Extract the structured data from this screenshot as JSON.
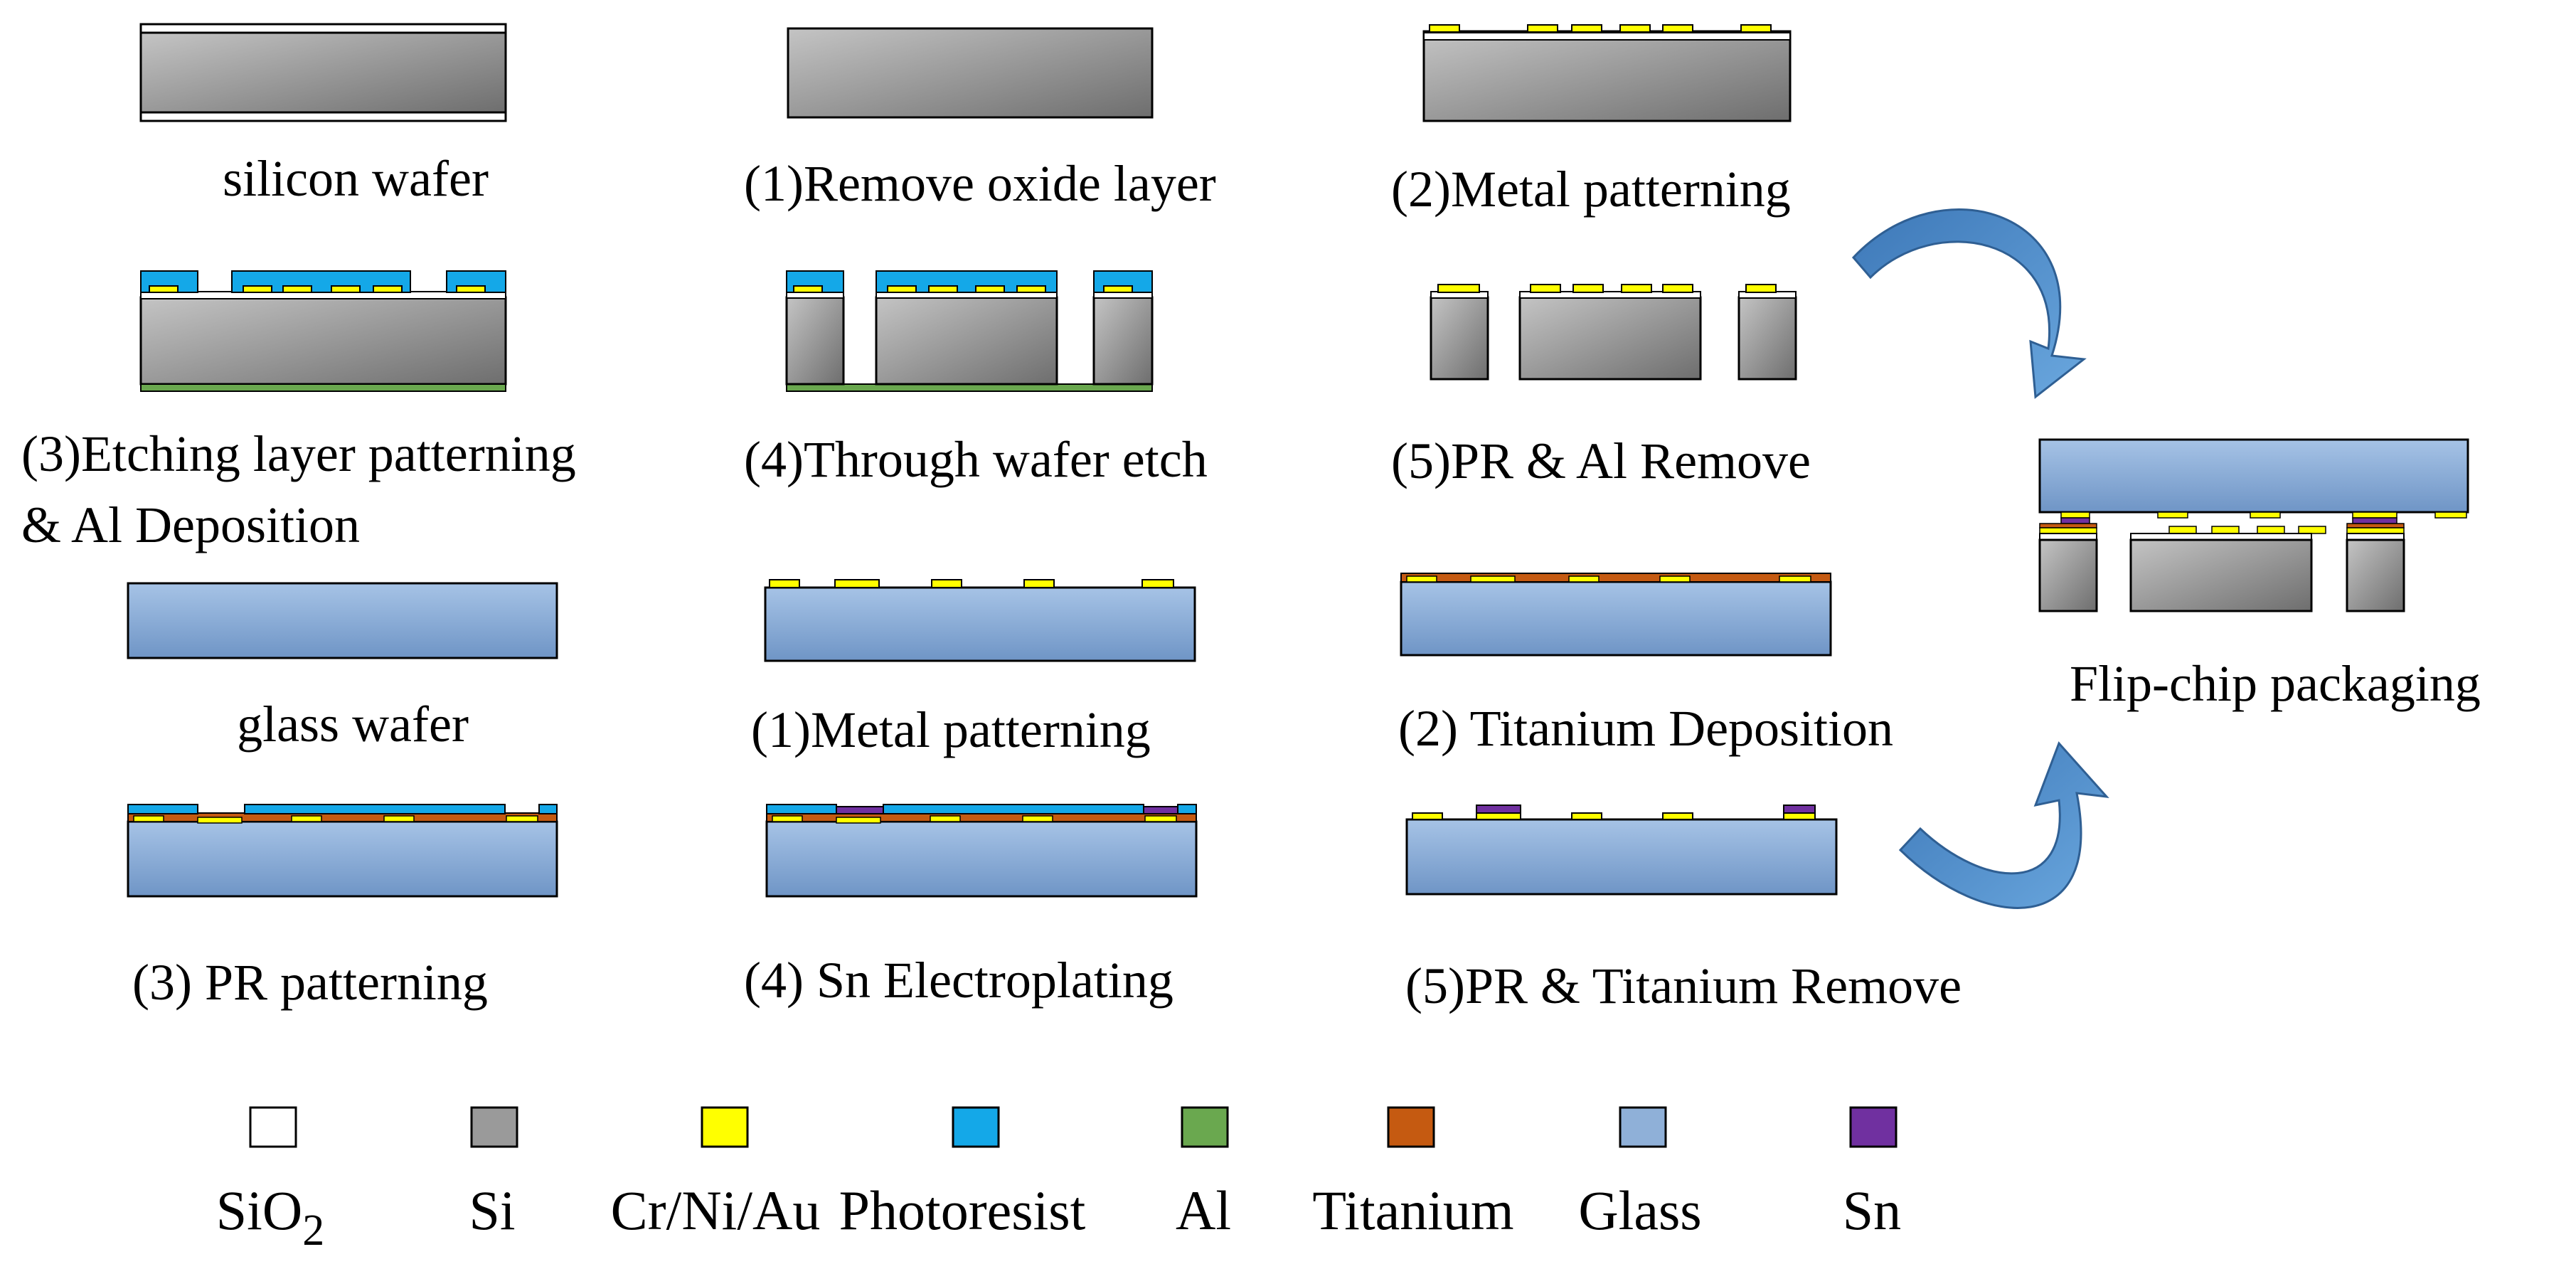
{
  "silicon_process": {
    "start": "silicon wafer",
    "step1": "(1)Remove oxide layer",
    "step2": "(2)Metal  patterning",
    "step3_line1": "(3)Etching layer patterning",
    "step3_line2": "& Al Deposition",
    "step4": "(4)Through wafer etch",
    "step5": "(5)PR & Al Remove"
  },
  "glass_process": {
    "start": "glass wafer",
    "step1": "(1)Metal  patterning",
    "step2": "(2) Titanium Deposition",
    "step3": "(3) PR patterning",
    "step4": "(4) Sn Electroplating",
    "step5": "(5)PR & Titanium Remove"
  },
  "result": {
    "label": "Flip-chip packaging"
  },
  "legend": [
    {
      "label": "SiO",
      "subscript": "2",
      "color": "#ffffff"
    },
    {
      "label": "Si",
      "color": "#9a9a9a"
    },
    {
      "label": "Cr/Ni/Au",
      "color": "#ffff00"
    },
    {
      "label": "Photoresist",
      "color": "#14a8e8"
    },
    {
      "label": "Al",
      "color": "#6aa84f"
    },
    {
      "label": "Titanium",
      "color": "#c55a11"
    },
    {
      "label": "Glass",
      "color": "#8fb0d8"
    },
    {
      "label": "Sn",
      "color": "#7030a0"
    }
  ],
  "colors": {
    "arrow": "#4a86c5",
    "outline": "#000000"
  }
}
